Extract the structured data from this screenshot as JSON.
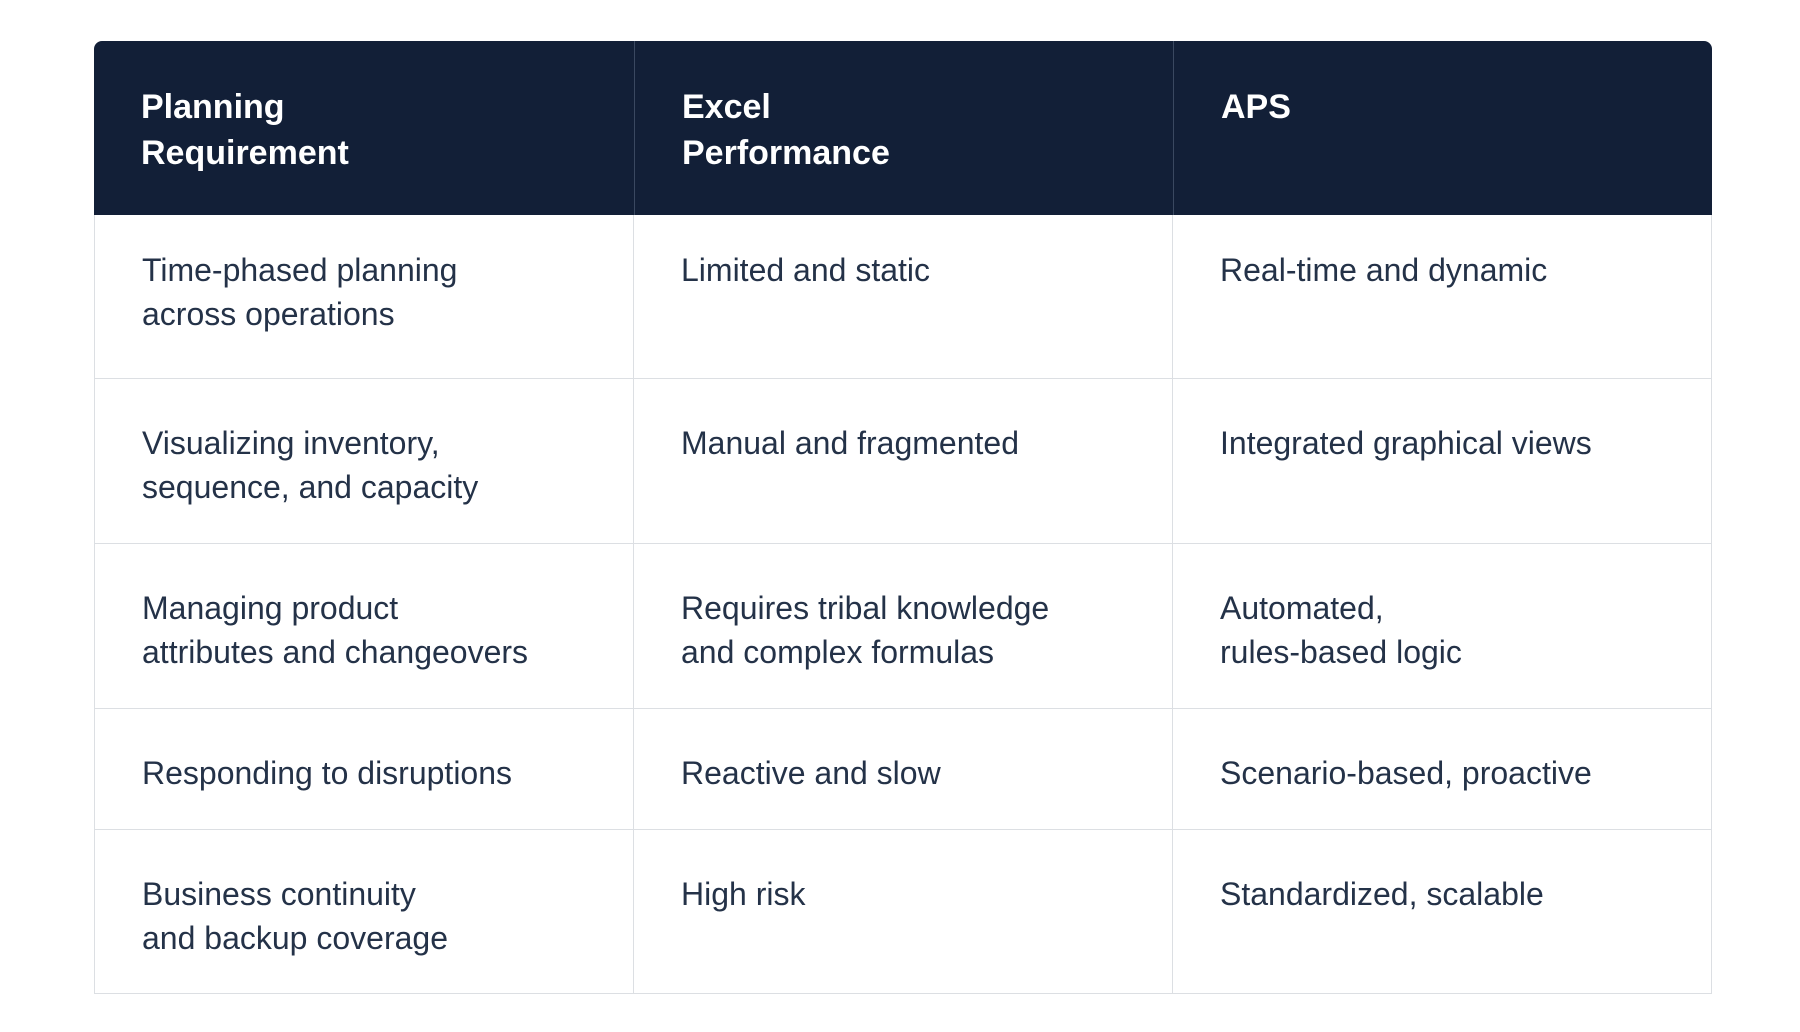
{
  "table": {
    "headers": [
      "Planning\nRequirement",
      "Excel\nPerformance",
      "APS"
    ],
    "rows": [
      [
        "Time-phased planning\nacross operations",
        "Limited and static",
        "Real-time and dynamic"
      ],
      [
        "Visualizing inventory,\nsequence, and capacity",
        "Manual and fragmented",
        "Integrated graphical views"
      ],
      [
        "Managing product\nattributes and changeovers",
        "Requires tribal knowledge\nand complex formulas",
        "Automated,\nrules-based logic"
      ],
      [
        "Responding to disruptions",
        "Reactive and slow",
        "Scenario-based, proactive"
      ],
      [
        "Business continuity\nand backup coverage",
        "High risk",
        "Standardized, scalable"
      ]
    ]
  },
  "colors": {
    "header_background": "#121f37",
    "header_text": "#ffffff",
    "body_text": "#243248",
    "grid_line": "#dcdfe3"
  }
}
